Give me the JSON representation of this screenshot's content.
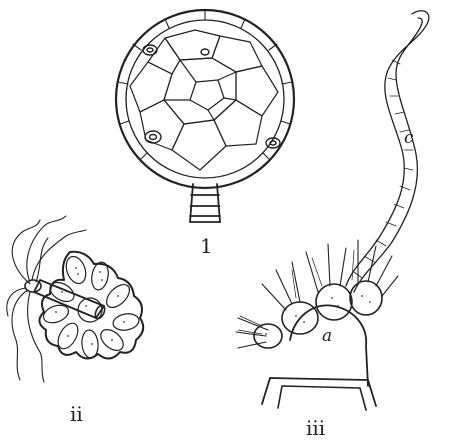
{
  "labels": {
    "fig1": "1",
    "fig2": "ii",
    "fig3": "iii",
    "c": "c",
    "a": "a"
  }
}
